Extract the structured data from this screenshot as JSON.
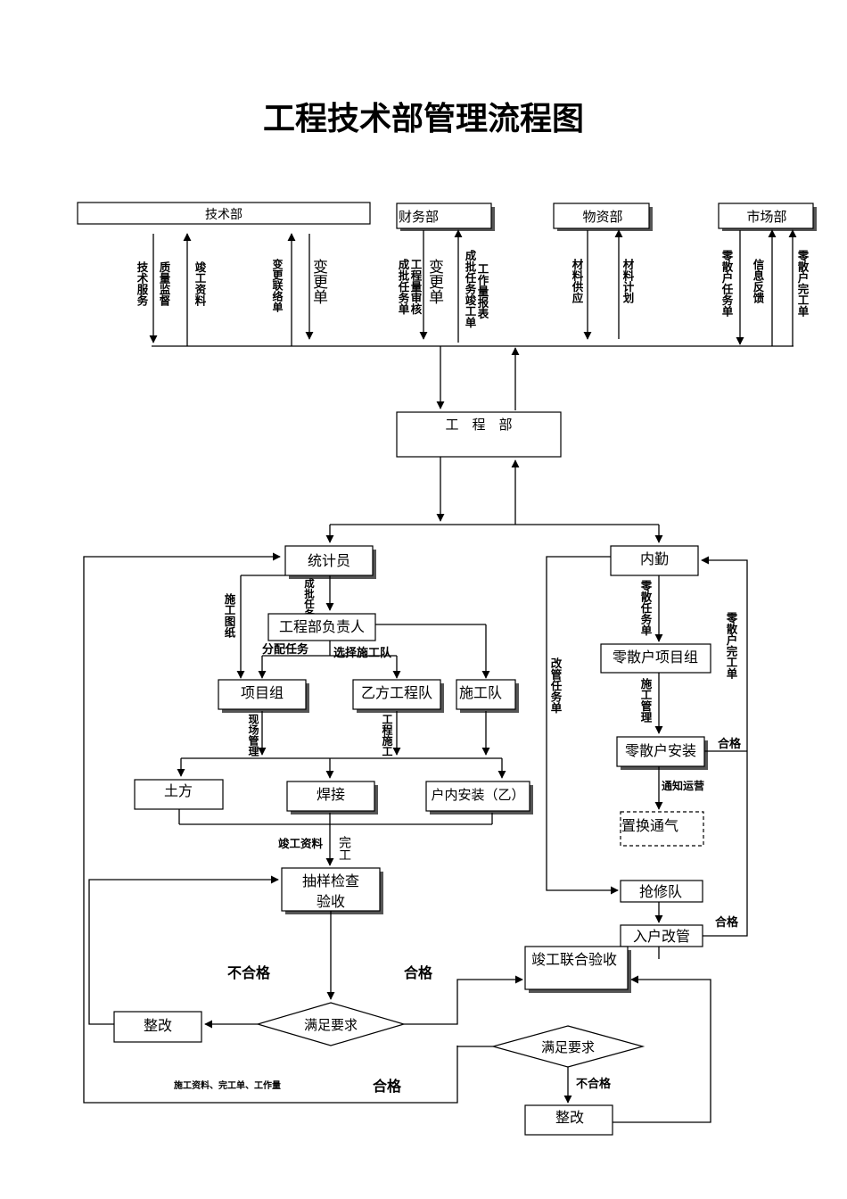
{
  "title": "工程技术部管理流程图",
  "departments": {
    "tech": "技术部",
    "finance": "财务部",
    "materials": "物资部",
    "market": "市场部",
    "engineering": "工　程　部"
  },
  "flows": {
    "tech_service": "技术服务",
    "quality_supervision": "质量监督",
    "completion_docs": "竣工资料",
    "change_contact": "变更联络单",
    "change_order_1": "变更单",
    "cost_approval_1": "工程量审核",
    "cost_approval_2": "成批任务单",
    "change_order_2": "变更单",
    "cost_report_1": "工作量报表",
    "cost_report_2": "成批任务竣工单",
    "material_supply": "材料供应",
    "material_plan": "材料计划",
    "retail_task": "零散户任务单",
    "feedback": "信息反馈",
    "retail_complete": "零散户完工单",
    "drawings": "施工图纸",
    "batch_task": "成批任务单",
    "assign": "分配任务",
    "select_team": "选择施工队",
    "site_mgmt": "现场管理",
    "eng_construction": "工程施工",
    "completion_docs_2": "竣工资料",
    "finish": "完工",
    "retail_task_2": "零散任务单",
    "construction_mgmt": "施工管理",
    "notify_ops": "通知运营",
    "retrofit_task": "改管任务单",
    "retail_complete_2": "零散户完工单",
    "qualified_1": "合格",
    "qualified_2": "合格",
    "not_qualified": "不合格",
    "qualified_3": "合格",
    "not_qualified_2": "不合格",
    "qualified_4": "合格",
    "bottom_docs": "施工资料、完工单、工作量"
  },
  "nodes": {
    "statistician": "统计员",
    "dept_head": "工程部负责人",
    "project_group": "项目组",
    "party_b_team": "乙方工程队",
    "construction_team": "施工队",
    "earthwork": "土方",
    "welding": "焊接",
    "indoor_install": "户内安装（乙）",
    "sampling_1": "抽样检查",
    "sampling_2": "验收",
    "satisfy_1": "满足要求",
    "rectify_1": "整改",
    "internal": "内勤",
    "retail_group": "零散户项目组",
    "retail_install": "零散户安装",
    "gas_replace": "置换通气",
    "repair_team": "抢修队",
    "home_retrofit": "入户改管",
    "joint_acceptance": "竣工联合验收",
    "satisfy_2": "满足要求",
    "rectify_2": "整改"
  }
}
